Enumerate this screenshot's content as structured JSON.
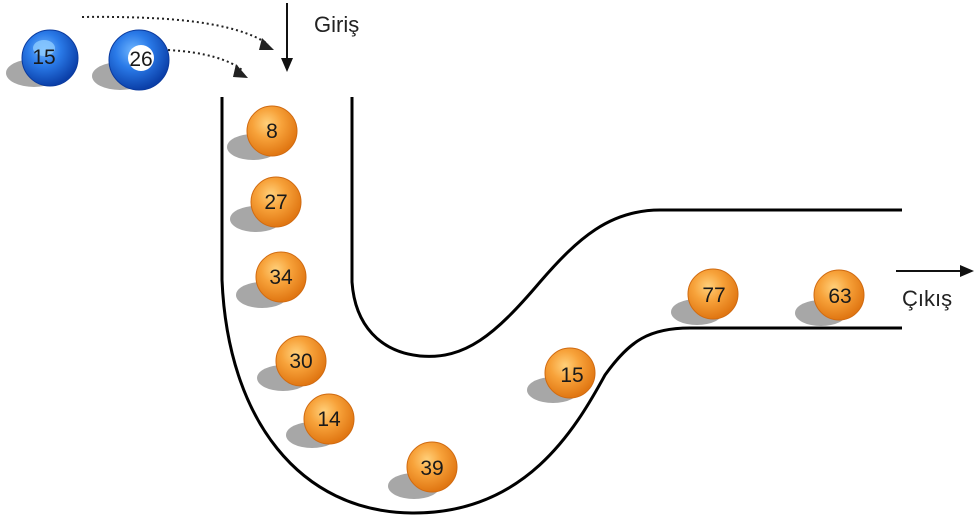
{
  "labels": {
    "entry": "Giriş",
    "exit": "Çıkış"
  },
  "colors": {
    "pipe": "#000000",
    "orange_ball": "#f4931f",
    "blue_ball": "#1560d8",
    "shadow": "#a7a7a7"
  },
  "waiting_balls": [
    "15",
    "26"
  ],
  "pipe_balls": [
    "8",
    "27",
    "34",
    "30",
    "14",
    "39",
    "15",
    "77",
    "63"
  ]
}
